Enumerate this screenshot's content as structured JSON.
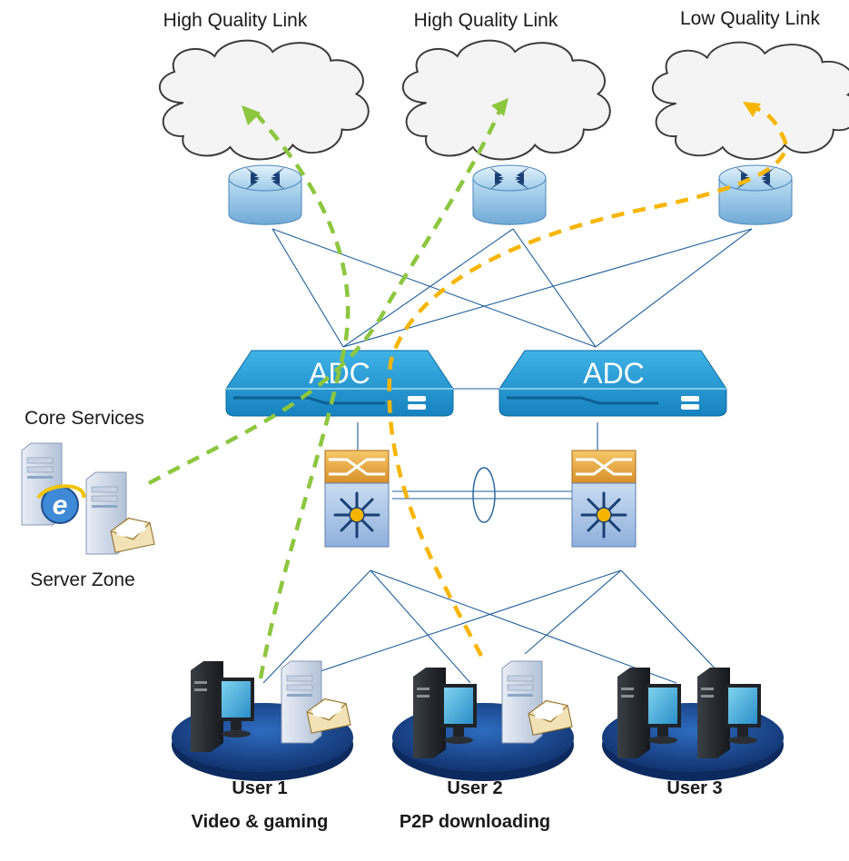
{
  "clouds": [
    {
      "label": "High Quality Link"
    },
    {
      "label": "High Quality Link"
    },
    {
      "label": "Low Quality Link"
    }
  ],
  "adc": [
    {
      "label": "ADC"
    },
    {
      "label": "ADC"
    }
  ],
  "server_zone": {
    "title": "Core Services",
    "caption": "Server Zone"
  },
  "users": [
    {
      "name": "User 1",
      "desc": "Video & gaming"
    },
    {
      "name": "User 2",
      "desc": "P2P downloading"
    },
    {
      "name": "User 3",
      "desc": ""
    }
  ],
  "colors": {
    "green_flow": "#8dc63f",
    "yellow_flow": "#f7b500",
    "link_line": "#1f5f9a",
    "adc_blue": "#29a3d8",
    "pad_blue": "#1c4e96"
  }
}
